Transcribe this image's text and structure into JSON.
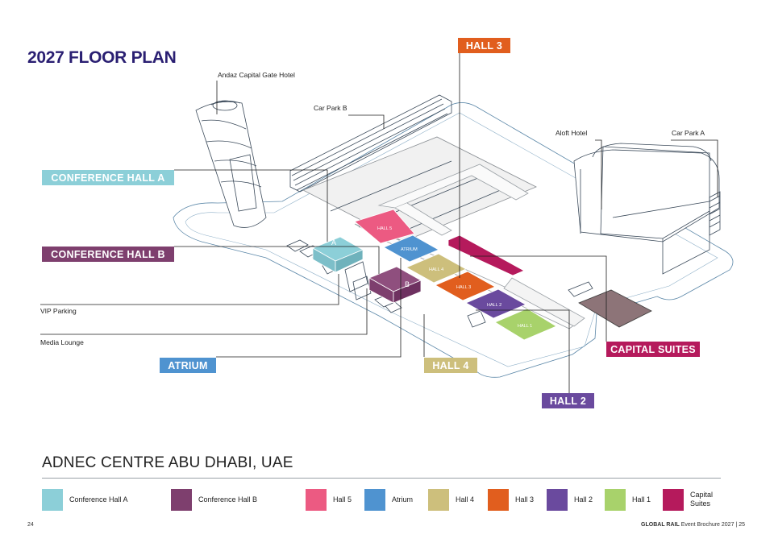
{
  "header": {
    "title": "2027 FLOOR PLAN"
  },
  "callouts": {
    "andaz": "Andaz Capital Gate Hotel",
    "car_park_b": "Car Park B",
    "aloft": "Aloft Hotel",
    "car_park_a": "Car Park A",
    "vip_parking": "VIP Parking",
    "media_lounge": "Media Lounge"
  },
  "tags": {
    "hall3": "HALL 3",
    "conf_a": "CONFERENCE HALL A",
    "conf_b": "CONFERENCE HALL B",
    "atrium": "ATRIUM",
    "hall4": "HALL 4",
    "capital_suites": "CAPITAL SUITES",
    "hall2": "HALL 2"
  },
  "map_labels": {
    "hall5": "HALL 5",
    "atrium": "ATRIUM",
    "hall4": "HALL 4",
    "hall3": "HALL 3",
    "hall2": "HALL 2",
    "hall1": "HALL 1",
    "a": "A",
    "b": "B"
  },
  "venue": "ADNEC CENTRE ABU DHABI, UAE",
  "legend": [
    {
      "label": "Conference Hall A",
      "color": "#8ccfd8"
    },
    {
      "label": "Conference Hall B",
      "color": "#7e3f6e"
    },
    {
      "label": "Hall 5",
      "color": "#ec5a82"
    },
    {
      "label": "Atrium",
      "color": "#4f93d0"
    },
    {
      "label": "Hall 4",
      "color": "#cdbf7c"
    },
    {
      "label": "Hall 3",
      "color": "#e15e1e"
    },
    {
      "label": "Hall 2",
      "color": "#6a4a9e"
    },
    {
      "label": "Hall 1",
      "color": "#a8d26b"
    },
    {
      "label": "Capital Suites",
      "color": "#b51a5c"
    }
  ],
  "colors": {
    "title": "#2a1f72",
    "conf_a": "#8ccfd8",
    "conf_b": "#7e3f6e",
    "hall5": "#ec5a82",
    "atrium": "#4f93d0",
    "hall4": "#cdbf7c",
    "hall3": "#e15e1e",
    "hall2": "#6a4a9e",
    "hall1": "#a8d26b",
    "capital_suites": "#b51a5c"
  },
  "footer": {
    "page_left": "24",
    "brand": "GLOBAL RAIL",
    "doc": "Event Brochure 2027",
    "sep": "|",
    "page_right": "25"
  }
}
